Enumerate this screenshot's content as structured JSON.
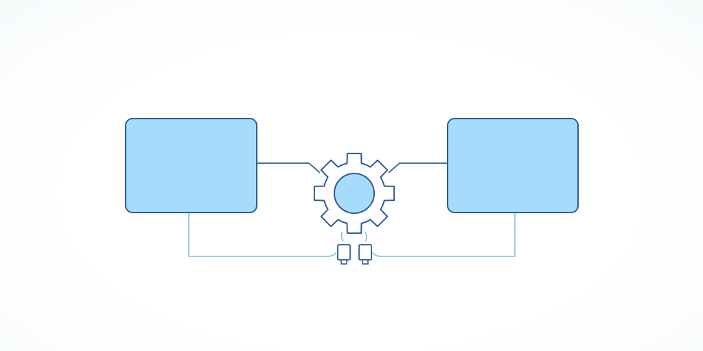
{
  "diagram": {
    "nodes": [
      {
        "id": "left-box",
        "shape": "rounded-rectangle",
        "label": ""
      },
      {
        "id": "gear",
        "shape": "gear",
        "label": ""
      },
      {
        "id": "right-box",
        "shape": "rounded-rectangle",
        "label": ""
      },
      {
        "id": "connector-left",
        "shape": "small-connector",
        "label": ""
      },
      {
        "id": "connector-right",
        "shape": "small-connector",
        "label": ""
      }
    ],
    "edges": [
      {
        "from": "left-box",
        "to": "gear",
        "style": "dark-line"
      },
      {
        "from": "gear",
        "to": "right-box",
        "style": "dark-line"
      },
      {
        "from": "left-box",
        "to": "connector-left",
        "style": "light-line"
      },
      {
        "from": "right-box",
        "to": "connector-right",
        "style": "light-line"
      },
      {
        "from": "gear",
        "to": "connector-left",
        "style": "light-line"
      },
      {
        "from": "gear",
        "to": "connector-right",
        "style": "light-line"
      }
    ]
  },
  "colors": {
    "box_fill": "#a5dcfb",
    "box_stroke": "#2c5a94",
    "gear_fill": "#ffffff",
    "gear_stroke": "#2c5a94",
    "gear_hub_fill": "#a5dcfb",
    "dark_line": "#2c5a94",
    "light_line": "#7cc4dc",
    "connector_fill": "#ffffff",
    "connector_stroke": "#2c5a94"
  }
}
